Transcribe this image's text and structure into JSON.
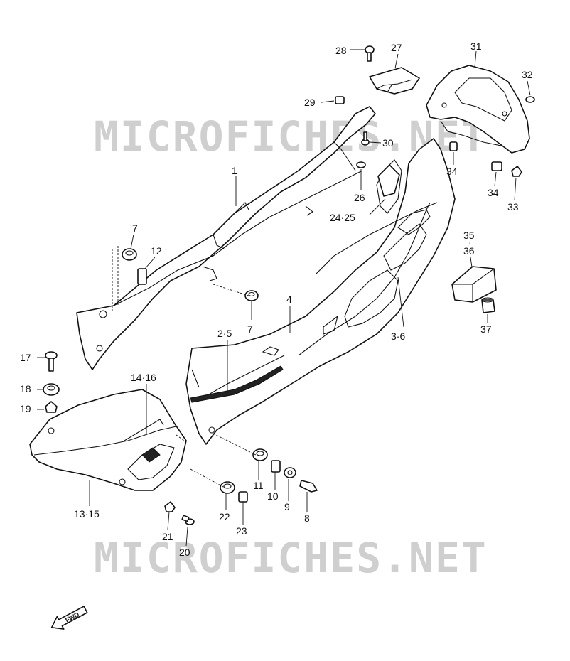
{
  "watermarks": [
    "MICROFICHES.NET",
    "MICROFICHES.NET"
  ],
  "fwd_label": "FWD",
  "labels": {
    "p1": "1",
    "p2_5": "2·5",
    "p3_6": "3·6",
    "p4": "4",
    "p7a": "7",
    "p7b": "7",
    "p8": "8",
    "p9": "9",
    "p10": "10",
    "p11": "11",
    "p12": "12",
    "p13_15": "13·15",
    "p14_16": "14·16",
    "p17": "17",
    "p18": "18",
    "p19": "19",
    "p20": "20",
    "p21": "21",
    "p22": "22",
    "p23": "23",
    "p24_25": "24·25",
    "p26": "26",
    "p27": "27",
    "p28": "28",
    "p29": "29",
    "p30": "30",
    "p31": "31",
    "p32": "32",
    "p33": "33",
    "p34a": "34",
    "p34b": "34",
    "p35": "35",
    "p35_dot": "·",
    "p36": "36",
    "p37": "37"
  }
}
